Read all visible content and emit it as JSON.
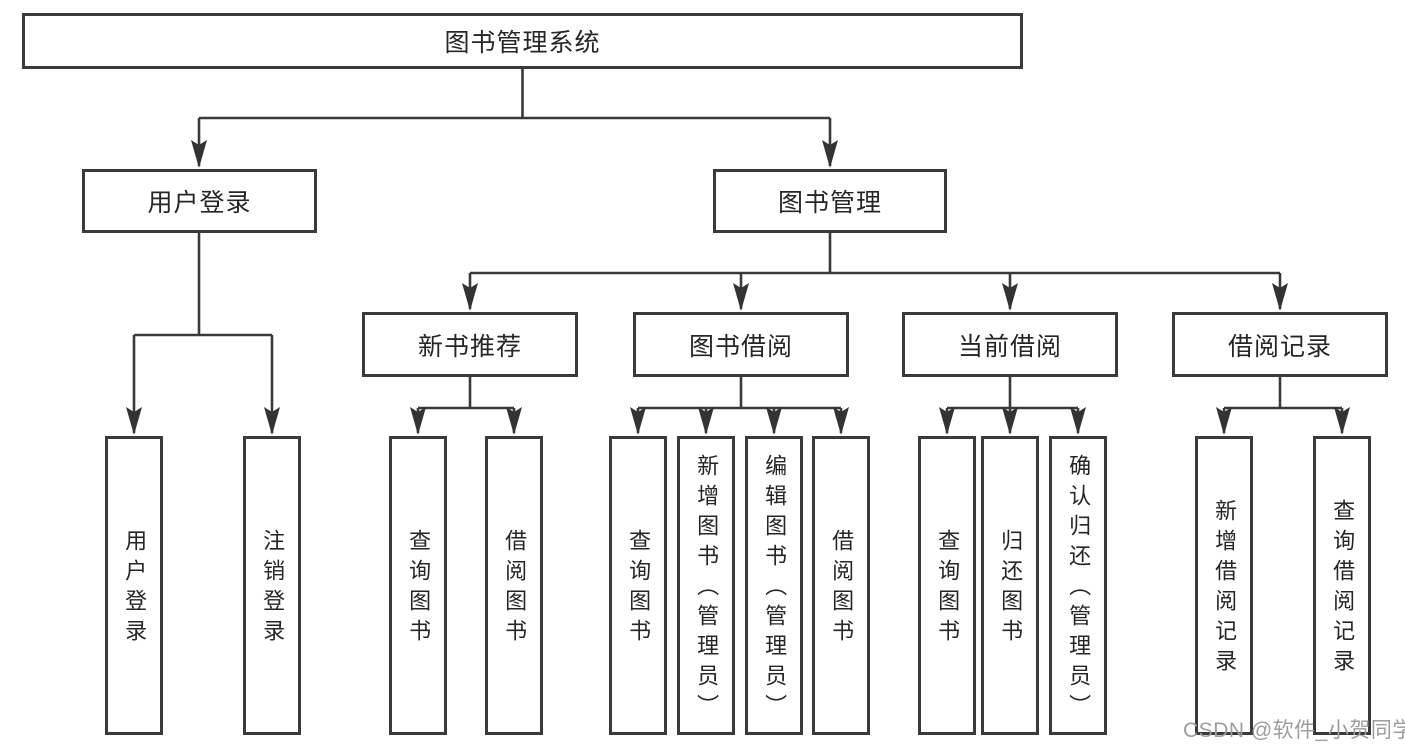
{
  "diagram": {
    "root": {
      "label": "图书管理系统"
    },
    "branches": [
      {
        "label": "用户登录",
        "children": [
          {
            "label": "用户登录"
          },
          {
            "label": "注销登录"
          }
        ]
      },
      {
        "label": "图书管理",
        "children": [
          {
            "label": "新书推荐",
            "children": [
              {
                "label": "查询图书"
              },
              {
                "label": "借阅图书"
              }
            ]
          },
          {
            "label": "图书借阅",
            "children": [
              {
                "label": "查询图书"
              },
              {
                "label": "新增图书（管理员）"
              },
              {
                "label": "编辑图书（管理员）"
              },
              {
                "label": "借阅图书"
              }
            ]
          },
          {
            "label": "当前借阅",
            "children": [
              {
                "label": "查询图书"
              },
              {
                "label": "归还图书"
              },
              {
                "label": "确认归还（管理员）"
              }
            ]
          },
          {
            "label": "借阅记录",
            "children": [
              {
                "label": "新增借阅记录"
              },
              {
                "label": "查询借阅记录"
              }
            ]
          }
        ]
      }
    ]
  },
  "watermark": {
    "text": "CSDN @软件_小贺同学"
  },
  "colors": {
    "line": "#3a3a3a",
    "box_border": "#3a3a3a",
    "text": "#262626",
    "background": "#ffffff",
    "watermark": "#9d9d9d"
  }
}
